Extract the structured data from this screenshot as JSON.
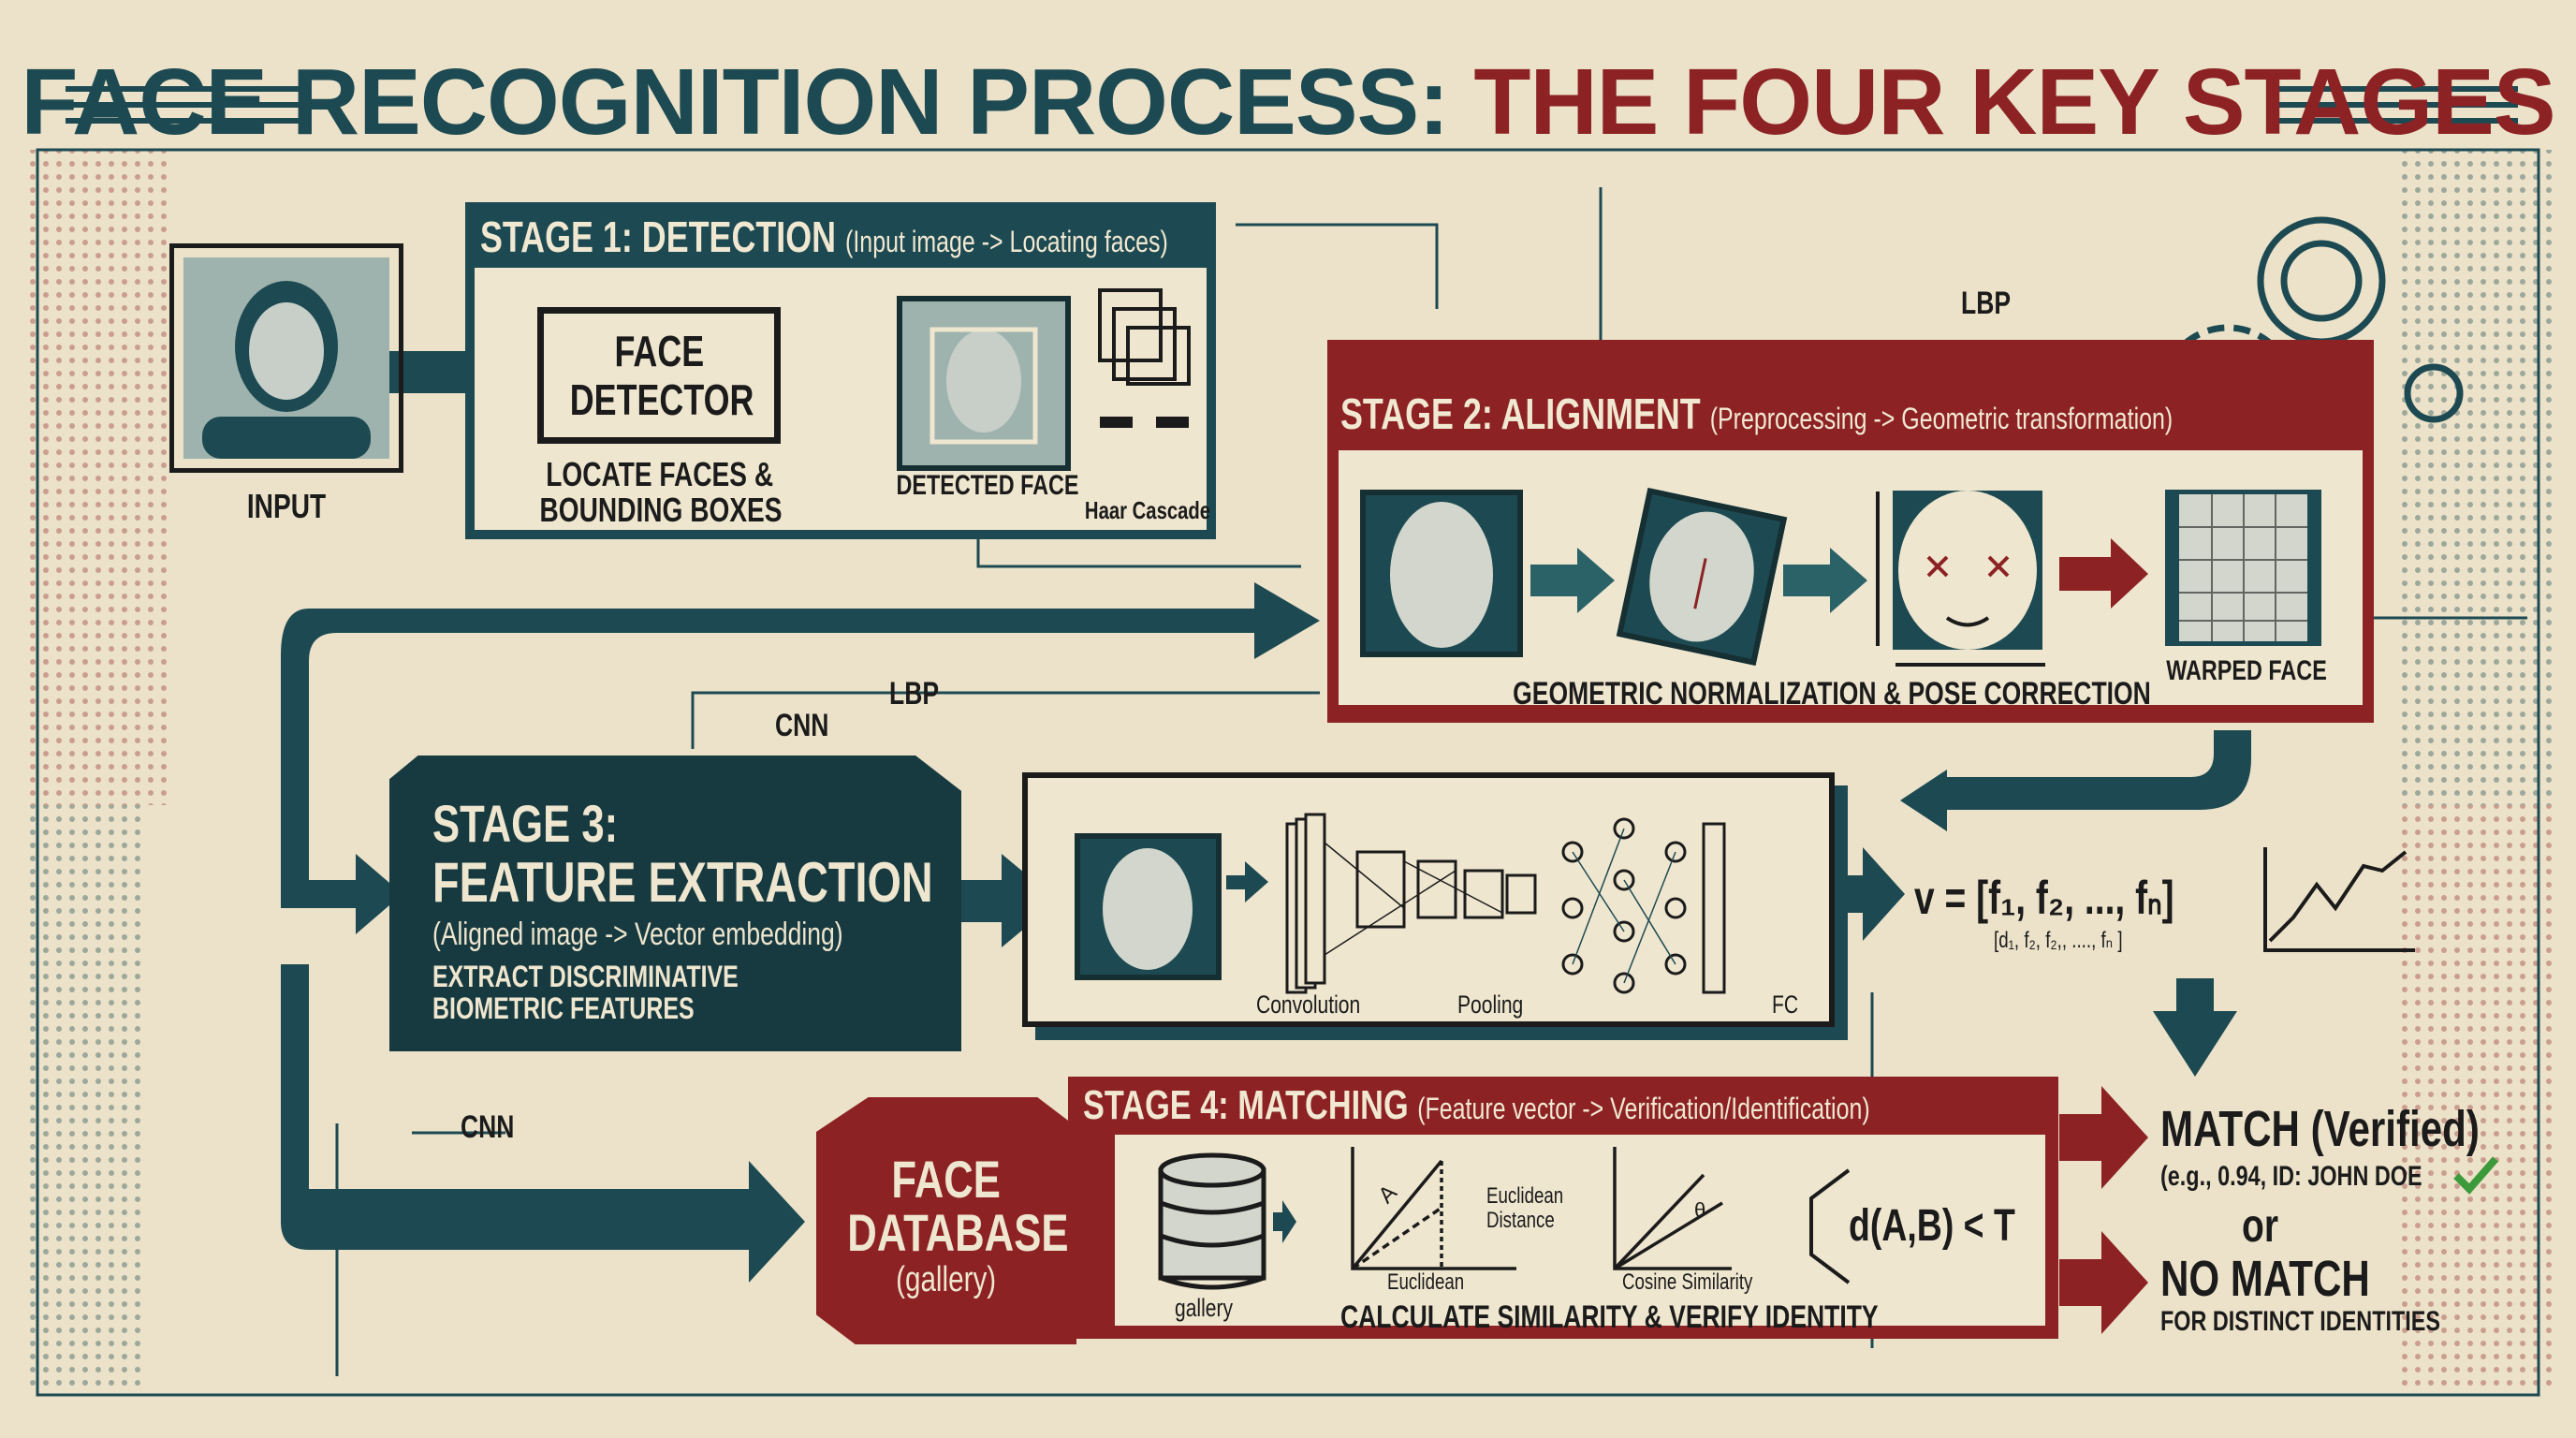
{
  "title": {
    "part1": "FACE RECOGNITION PROCESS:",
    "part2": "THE FOUR KEY STAGES"
  },
  "colors": {
    "teal": "#1d4a52",
    "red": "#8c2224",
    "paper": "#ece2c9",
    "ink": "#1b1b1b",
    "check": "#3d9a3a"
  },
  "input": {
    "label": "INPUT"
  },
  "stage1": {
    "title": "STAGE 1: DETECTION",
    "subtitle": "(Input image -> Locating faces)",
    "detector_line1": "FACE",
    "detector_line2": "DETECTOR",
    "caption_line1": "LOCATE FACES &",
    "caption_line2": "BOUNDING BOXES",
    "detected": "DETECTED FACE",
    "haar": "Haar Cascade"
  },
  "stage2": {
    "title": "STAGE 2: ALIGNMENT",
    "subtitle": "(Preprocessing -> Geometric transformation)",
    "caption": "GEOMETRIC NORMALIZATION & POSE CORRECTION",
    "warped": "WARPED FACE"
  },
  "stage3": {
    "title_line1": "STAGE 3:",
    "title_line2": "FEATURE EXTRACTION",
    "subtitle": "(Aligned image -> Vector embedding)",
    "desc_line1": "EXTRACT DISCRIMINATIVE",
    "desc_line2": "BIOMETRIC FEATURES",
    "conv": "Convolution",
    "pool": "Pooling",
    "fc": "FC",
    "vector": "v = [f₁, f₂, ..., fₙ]",
    "vector_sub": "[d₁, f₂, f₂,, ...., fₙ ]"
  },
  "stage4": {
    "title": "STAGE 4: MATCHING",
    "subtitle": "(Feature vector -> Verification/Identification)",
    "db_line1": "FACE",
    "db_line2": "DATABASE",
    "db_sub": "(gallery)",
    "gallery": "gallery",
    "euclid_dist_line1": "Euclidean",
    "euclid_dist_line2": "Distance",
    "euclid": "Euclidean",
    "cosine": "Cosine Similarity",
    "theta": "θ",
    "vec_a": "A",
    "formula": "d(A,B) < T",
    "caption": "CALCULATE SIMILARITY & VERIFY IDENTITY"
  },
  "outcome": {
    "match": "MATCH (Verified)",
    "match_detail": "(e.g., 0.94, ID: JOHN DOE",
    "or": "or",
    "no_match": "NO MATCH",
    "no_match_detail": "FOR DISTINCT IDENTITIES"
  },
  "annotations": {
    "lbp1": "LBP",
    "lbp2": "LBP",
    "cnn1": "CNN",
    "cnn2": "CNN"
  }
}
